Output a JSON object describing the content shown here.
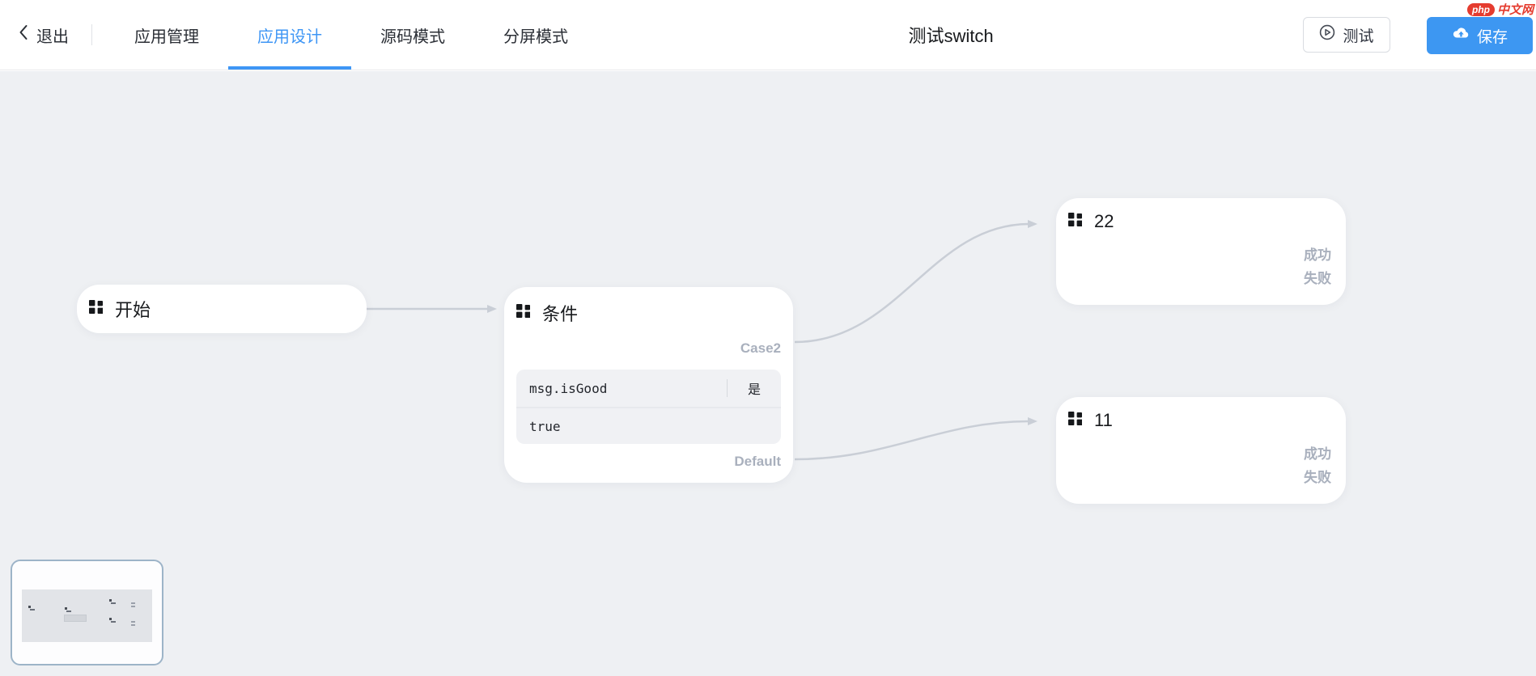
{
  "header": {
    "back_label": "退出",
    "tabs": [
      {
        "label": "应用管理",
        "active": false
      },
      {
        "label": "应用设计",
        "active": true
      },
      {
        "label": "源码模式",
        "active": false
      },
      {
        "label": "分屏模式",
        "active": false
      }
    ],
    "title": "测试switch",
    "buttons": {
      "test": "测试",
      "save": "保存"
    },
    "logo": {
      "badge": "php",
      "text": "中文网"
    }
  },
  "flow": {
    "start_node": {
      "title": "开始"
    },
    "condition_node": {
      "title": "条件",
      "output_case": "Case2",
      "output_default": "Default",
      "rows": [
        {
          "expression": "msg.isGood",
          "operator": "是"
        },
        {
          "expression": "true",
          "operator": ""
        }
      ]
    },
    "node_22": {
      "title": "22",
      "outputs": [
        "成功",
        "失败"
      ]
    },
    "node_11": {
      "title": "11",
      "outputs": [
        "成功",
        "失败"
      ]
    }
  },
  "colors": {
    "accent_blue": "#3e96f5",
    "save_button_blue": "#3d97f2",
    "canvas_bg": "#eef0f3",
    "edge_gray": "#c9ced6",
    "muted_label_gray": "#a9b0bd",
    "logo_red": "#e53c2f"
  }
}
